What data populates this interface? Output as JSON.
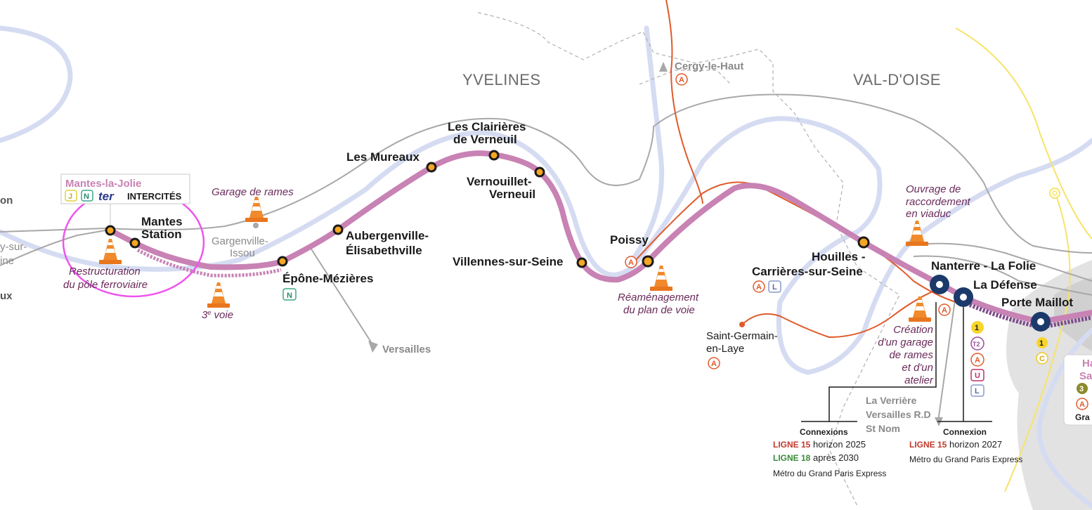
{
  "colors": {
    "line_main": "#c882b4",
    "line_rer_a": "#e05a2b",
    "station_fill": "#f5a623",
    "hub_fill": "#1b3a6b",
    "river": "#d5dcf2",
    "rail": "#a8a8a8",
    "yellow_line": "#f7e36b",
    "highlight_circle": "#ee55ee",
    "paris_area": "#e2e2e2"
  },
  "departments": {
    "yvelines": "YVELINES",
    "val_doise": "VAL-D'OISE"
  },
  "cut_labels": {
    "left_a": "on",
    "left_b1": "y-sur-",
    "left_b2": "ine",
    "left_c": "ux",
    "right_a1": "Ha",
    "right_a2": "Sa",
    "right_b": "Gra"
  },
  "mantes_la_jolie": {
    "title": "Mantes-la-Jolie",
    "badge_j": "J",
    "badge_n": "N",
    "ter": "ter",
    "intercites": "INTERCITÉS"
  },
  "stations": {
    "mantes_station_1": "Mantes",
    "mantes_station_2": "Station",
    "epone": "Épône-Mézières",
    "epone_badge": "N",
    "aubergenville_1": "Aubergenville-",
    "aubergenville_2": "Élisabethville",
    "les_mureaux": "Les Mureaux",
    "clairieres_1": "Les Clairières",
    "clairieres_2": "de Verneuil",
    "vernouillet_1": "Vernouillet-",
    "vernouillet_2": "Verneuil",
    "villennes": "Villennes-sur-Seine",
    "poissy": "Poissy",
    "poissy_badge": "A",
    "houilles_1": "Houilles -",
    "houilles_2": "Carrières-sur-Seine",
    "houilles_badge_a": "A",
    "houilles_badge_l": "L",
    "nanterre": "Nanterre - La Folie",
    "nanterre_badge": "A",
    "la_defense": "La Défense",
    "porte_maillot": "Porte Maillot",
    "porte_maillot_badge_1": "1",
    "porte_maillot_badge_c": "C"
  },
  "la_defense_badges": [
    "1",
    "T2",
    "A",
    "U",
    "L"
  ],
  "places": {
    "gargenville_1": "Gargenville-",
    "gargenville_2": "Issou",
    "versailles": "Versailles",
    "cergy": "Cergy-le-Haut",
    "cergy_badge": "A",
    "saint_germain_1": "Saint-Germain-",
    "saint_germain_2": "en-Laye",
    "saint_germain_badge": "A",
    "la_verriere": "La Verrière",
    "versailles_rd": "Versailles R.D",
    "st_nom": "St Nom",
    "right_badge_3": "3",
    "right_badge_a": "A"
  },
  "works": {
    "garage_rames": "Garage de rames",
    "restructuration_1": "Restructuration",
    "restructuration_2": "du pôle ferroviaire",
    "troisieme_voie_num": "3",
    "troisieme_voie_sup": "e",
    "troisieme_voie_rest": " voie",
    "reamenagement_1": "Réaménagement",
    "reamenagement_2": "du plan de voie",
    "ouvrage_1": "Ouvrage de",
    "ouvrage_2": "raccordement",
    "ouvrage_3": "en viaduc",
    "creation_1": "Création",
    "creation_2": "d'un garage",
    "creation_3": "de rames",
    "creation_4": "et d'un",
    "creation_5": "atelier"
  },
  "connexions_left": {
    "title": "Connexions",
    "l15_label": "LIGNE 15",
    "l15_text": " horizon 2025",
    "l18_label": "LIGNE 18",
    "l18_text": " après 2030",
    "gpe": "Métro du Grand Paris Express"
  },
  "connexions_right": {
    "title": "Connexion",
    "l15_label": "LIGNE 15",
    "l15_text": " horizon 2027",
    "gpe": "Métro du Grand Paris Express"
  }
}
